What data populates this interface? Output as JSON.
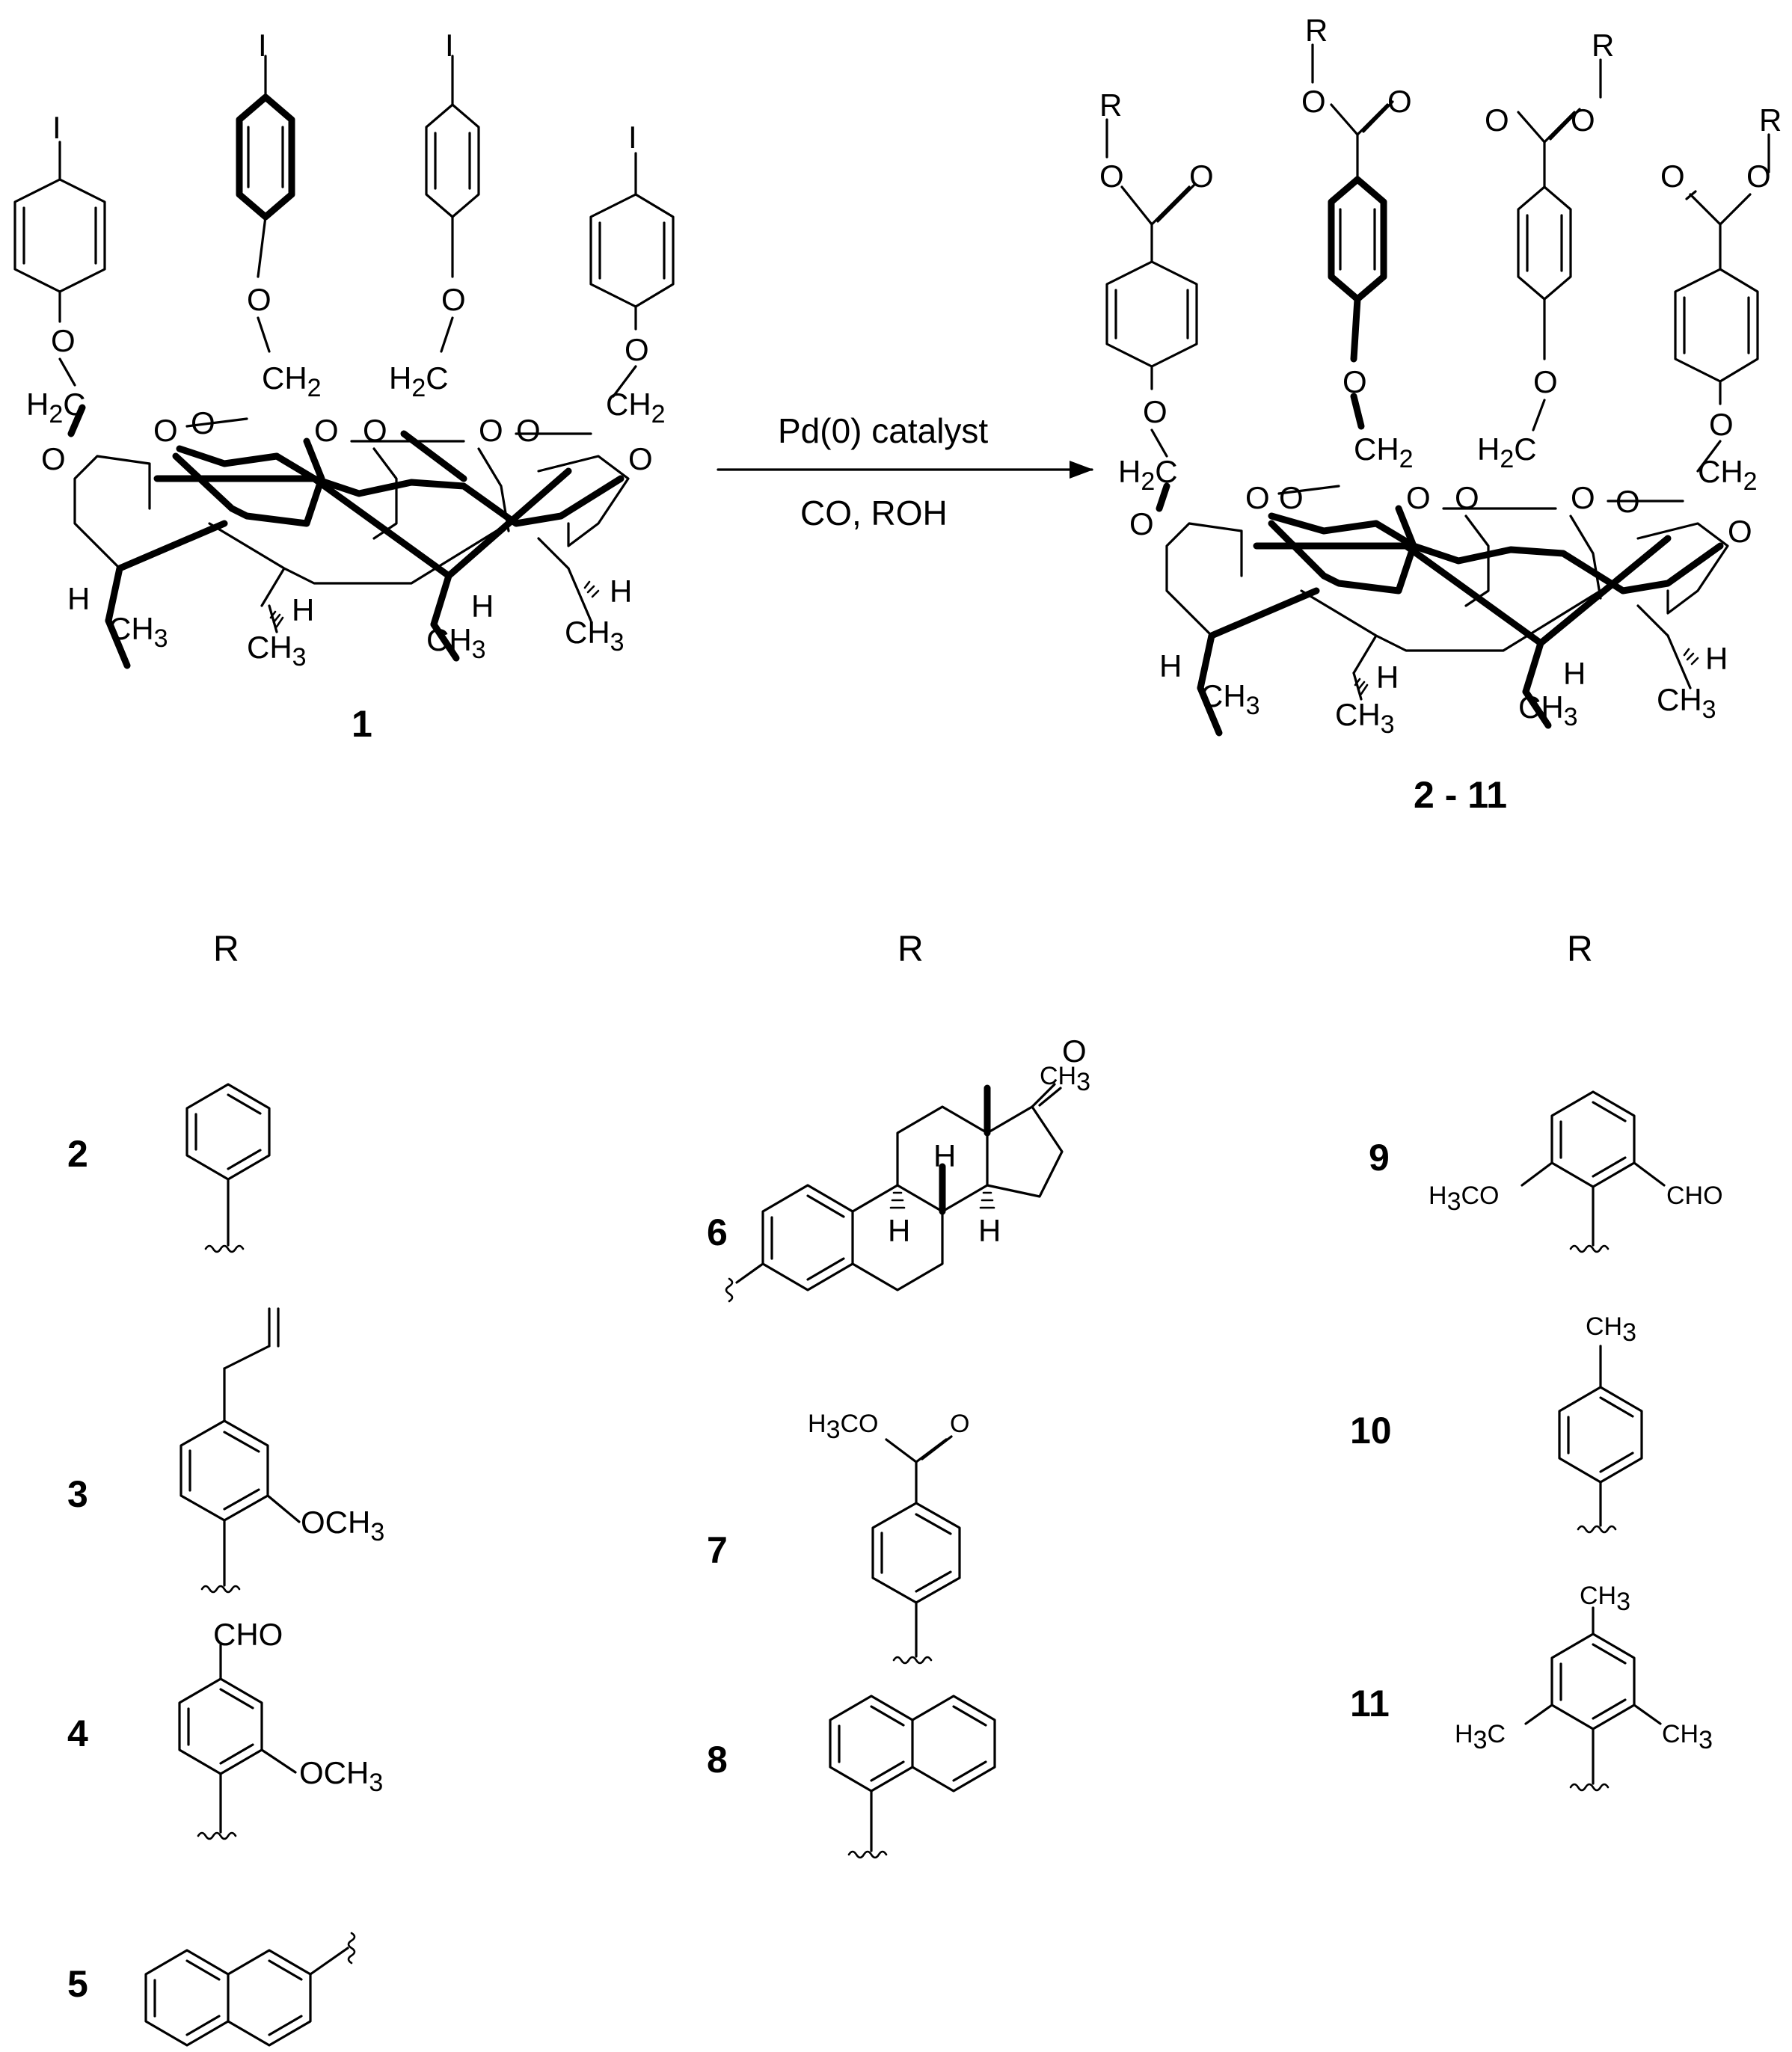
{
  "reaction": {
    "reagent_top": "Pd(0) catalyst",
    "reagent_bottom": "CO, ROH",
    "start_label": "1",
    "product_label": "2 - 11"
  },
  "atoms": {
    "iodine": "I",
    "oxygen": "O",
    "r_group": "R",
    "ch2": "CH",
    "h2c": "H",
    "ch3": "CH",
    "hydrogen": "H",
    "sub2": "2",
    "sub3": "3"
  },
  "table": {
    "column_headers": [
      "R",
      "R",
      "R"
    ],
    "entries": [
      {
        "label": "2"
      },
      {
        "label": "3",
        "substituent": "OCH",
        "substituent_sub": "3"
      },
      {
        "label": "4",
        "top": "CHO",
        "substituent": "OCH",
        "substituent_sub": "3"
      },
      {
        "label": "5"
      },
      {
        "label": "6",
        "methyl": "CH",
        "methyl_sub": "3",
        "ketone": "O",
        "h_labels": [
          "H",
          "H",
          "H"
        ]
      },
      {
        "label": "7",
        "ester_left": "H",
        "ester_left_sub": "3",
        "ester_left_rest": "CO",
        "ester_o": "O"
      },
      {
        "label": "8"
      },
      {
        "label": "9",
        "left": "H",
        "left_sub": "3",
        "left_rest": "CO",
        "right": "CHO"
      },
      {
        "label": "10",
        "top": "CH",
        "top_sub": "3"
      },
      {
        "label": "11",
        "top": "CH",
        "top_sub": "3",
        "left": "H",
        "left_sub": "3",
        "left_rest": "C",
        "right": "CH",
        "right_sub": "3"
      }
    ]
  }
}
